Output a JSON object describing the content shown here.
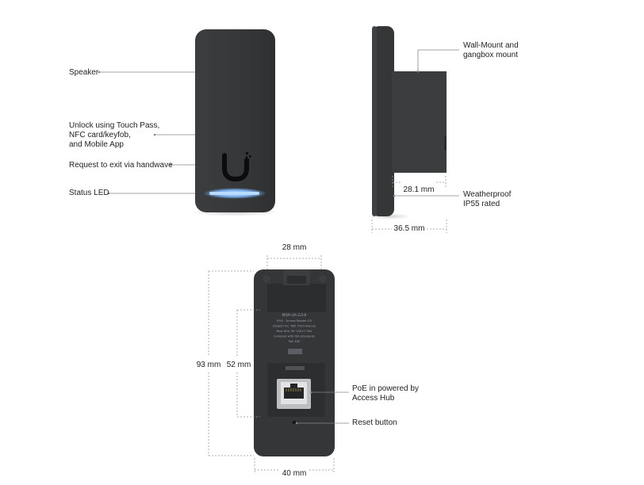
{
  "callouts": {
    "speaker": "Speaker",
    "unlock": "Unlock using Touch Pass,\nNFC card/keyfob,\nand Mobile App",
    "request_exit": "Request to exit via handwave",
    "status_led": "Status LED",
    "wall_mount": "Wall-Mount and\ngangbox mount",
    "weatherproof": "Weatherproof\nIP55 rated",
    "poe": "PoE in powered by\nAccess Hub",
    "reset": "Reset button"
  },
  "dimensions": {
    "mount_depth": "28.1 mm",
    "total_depth": "36.5 mm",
    "mount_width": "28 mm",
    "height": "93 mm",
    "mount_height": "52 mm",
    "width": "40 mm"
  },
  "back_label": {
    "model": "MDR-UA-G3-B",
    "lines": [
      "IP55 · Access Reader G3",
      "Ubiquiti Inc. 685 Third Avenue",
      "New York, NY 10017 USA",
      "Complies with IDA Standards",
      "PoE 48V"
    ]
  },
  "colors": {
    "device": "#353738",
    "led": "#7fb8ff",
    "callout_line": "#888888",
    "dimension_line": "#999999"
  },
  "icons": {
    "front_logo": "ubiquiti-u-logo",
    "port": "rj45-port"
  }
}
